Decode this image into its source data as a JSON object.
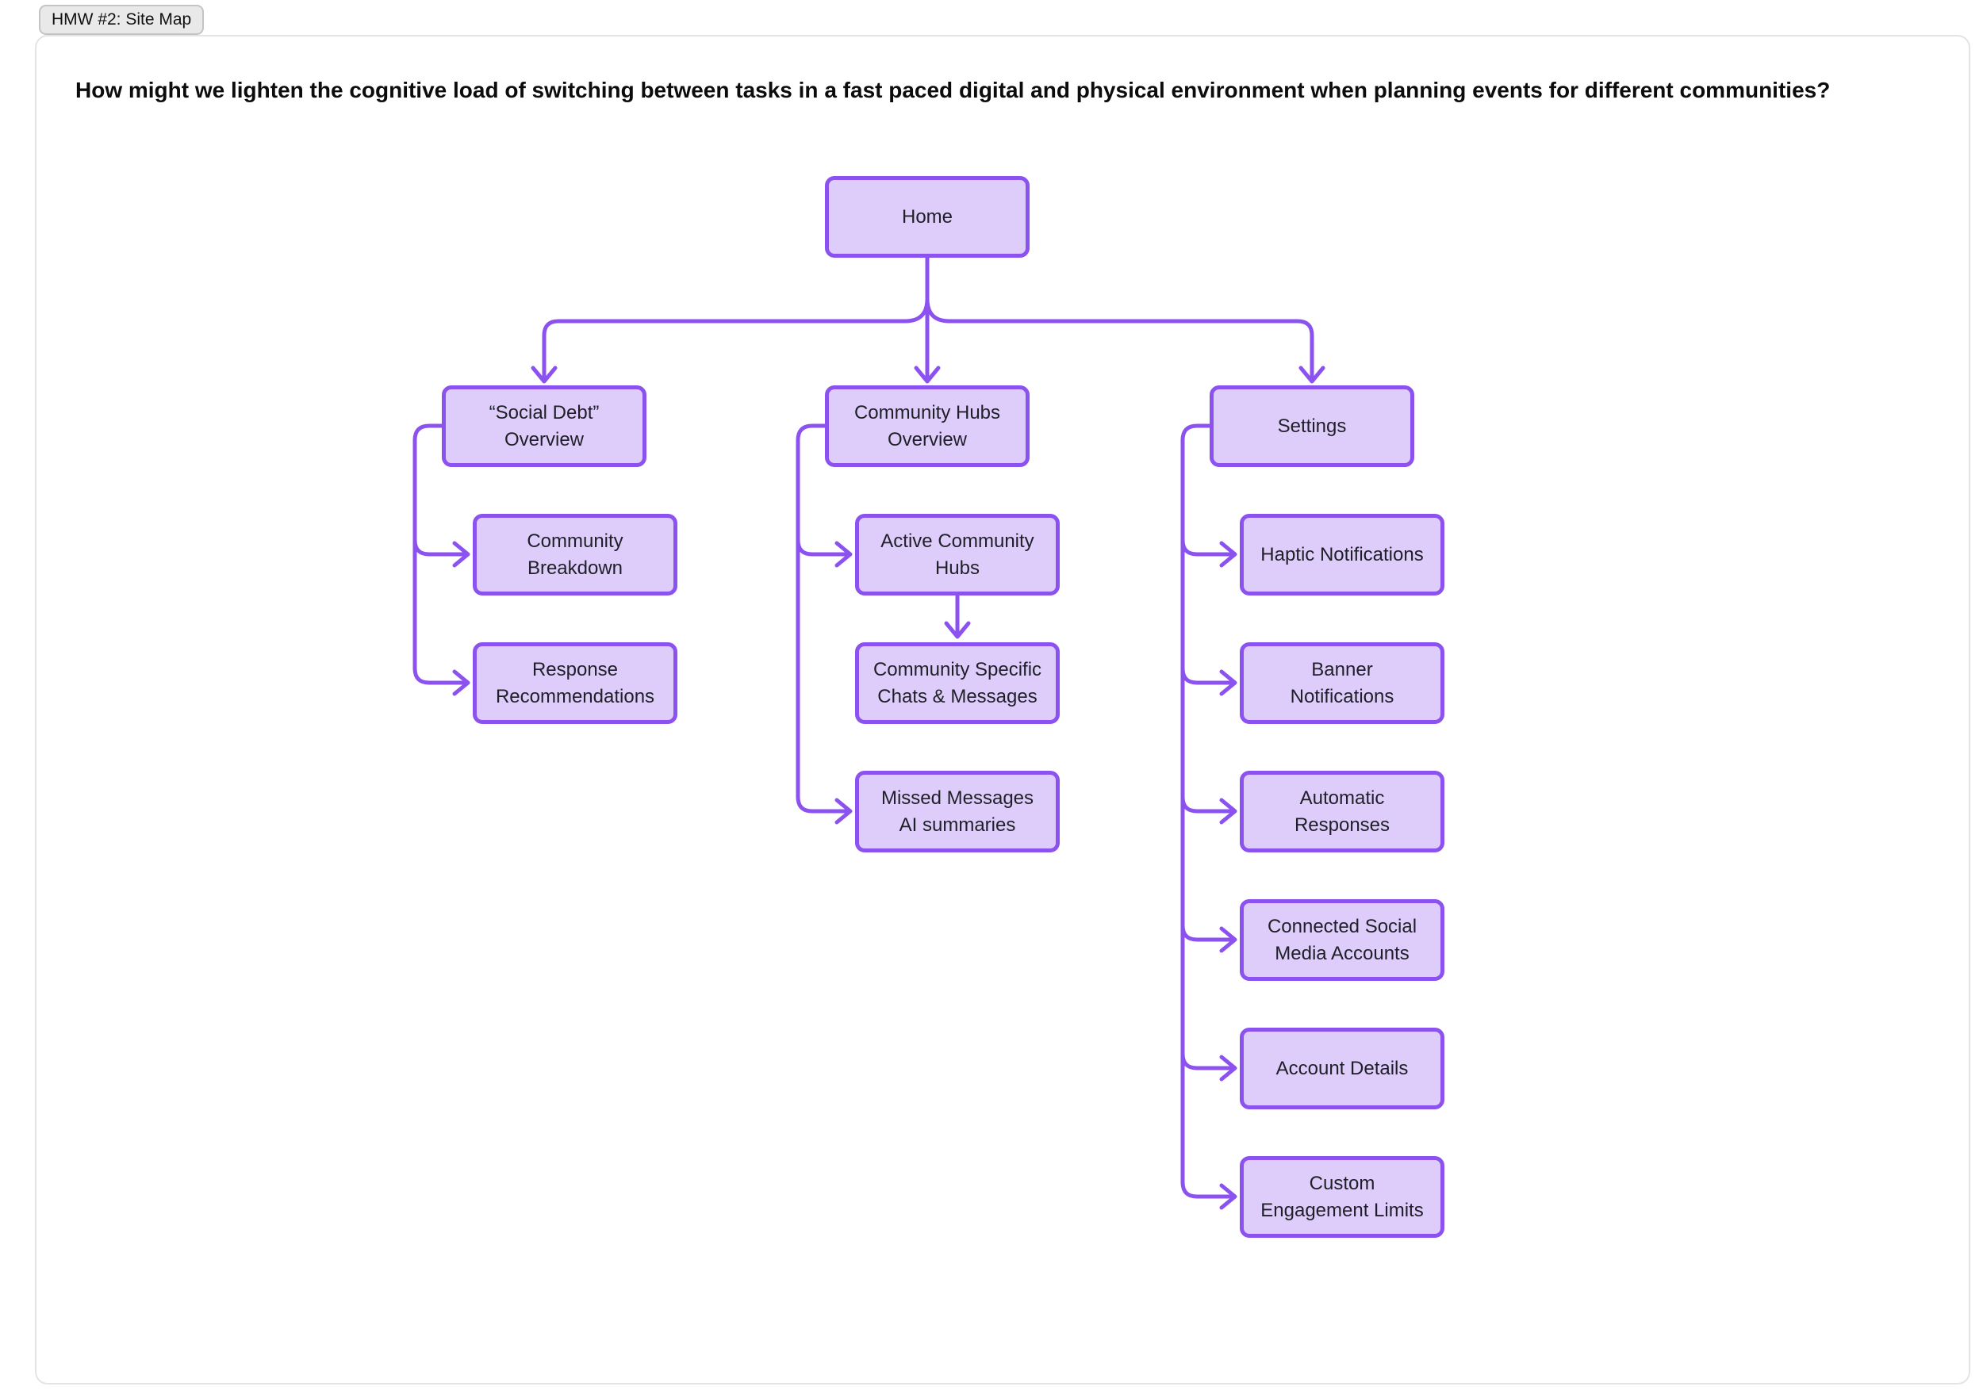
{
  "page": {
    "section_tag": "HMW #2: Site Map",
    "question": "How might we lighten the cognitive load of switching between tasks in a fast paced digital and physical environment when planning events for different communities?"
  },
  "colors": {
    "node_fill": "#DECDFA",
    "node_border": "#8B52F0",
    "connector": "#8B52F0",
    "node_text": "#1F1F28",
    "tag_fill": "#E9E9E9"
  },
  "sitemap": {
    "nodes": [
      {
        "id": "home",
        "lines": [
          "Home"
        ]
      },
      {
        "id": "social-debt-overview",
        "lines": [
          "“Social Debt”",
          "Overview"
        ]
      },
      {
        "id": "community-hubs-overview",
        "lines": [
          "Community Hubs",
          "Overview"
        ]
      },
      {
        "id": "settings",
        "lines": [
          "Settings"
        ]
      },
      {
        "id": "community-breakdown",
        "lines": [
          "Community",
          "Breakdown"
        ]
      },
      {
        "id": "response-recommendations",
        "lines": [
          "Response",
          "Recommendations"
        ]
      },
      {
        "id": "active-community-hubs",
        "lines": [
          "Active Community",
          "Hubs"
        ]
      },
      {
        "id": "community-specific-chats-messages",
        "lines": [
          "Community Specific",
          "Chats & Messages"
        ]
      },
      {
        "id": "missed-messages-ai-summaries",
        "lines": [
          "Missed Messages",
          "AI summaries"
        ]
      },
      {
        "id": "haptic-notifications",
        "lines": [
          "Haptic Notifications"
        ]
      },
      {
        "id": "banner-notifications",
        "lines": [
          "Banner",
          "Notifications"
        ]
      },
      {
        "id": "automatic-responses",
        "lines": [
          "Automatic",
          "Responses"
        ]
      },
      {
        "id": "connected-social-media-accounts",
        "lines": [
          "Connected Social",
          "Media Accounts"
        ]
      },
      {
        "id": "account-details",
        "lines": [
          "Account Details"
        ]
      },
      {
        "id": "custom-engagement-limits",
        "lines": [
          "Custom",
          "Engagement Limits"
        ]
      }
    ],
    "edges": [
      {
        "from": "home",
        "to": "social-debt-overview"
      },
      {
        "from": "home",
        "to": "community-hubs-overview"
      },
      {
        "from": "home",
        "to": "settings"
      },
      {
        "from": "social-debt-overview",
        "to": "community-breakdown"
      },
      {
        "from": "social-debt-overview",
        "to": "response-recommendations"
      },
      {
        "from": "community-hubs-overview",
        "to": "active-community-hubs"
      },
      {
        "from": "active-community-hubs",
        "to": "community-specific-chats-messages"
      },
      {
        "from": "community-hubs-overview",
        "to": "missed-messages-ai-summaries"
      },
      {
        "from": "settings",
        "to": "haptic-notifications"
      },
      {
        "from": "settings",
        "to": "banner-notifications"
      },
      {
        "from": "settings",
        "to": "automatic-responses"
      },
      {
        "from": "settings",
        "to": "connected-social-media-accounts"
      },
      {
        "from": "settings",
        "to": "account-details"
      },
      {
        "from": "settings",
        "to": "custom-engagement-limits"
      }
    ]
  }
}
